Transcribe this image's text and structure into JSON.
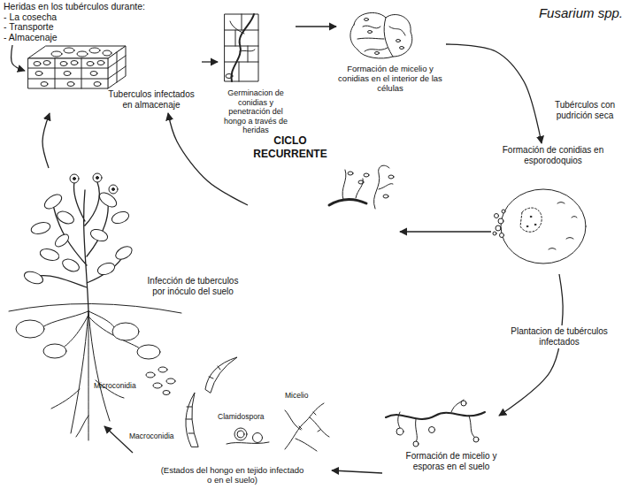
{
  "diagram": {
    "title": "Fusarium spp.",
    "nodes": [
      {
        "text": [
          "Heridas en los tubérculos durante:",
          "- La cosecha",
          "- Transporte",
          "- Almacenaje"
        ]
      },
      {
        "text": [
          "Tuberculos infectados en almacenaje"
        ]
      },
      {
        "text": [
          "Germinacion de conidias y penetración del hongo a través de heridas"
        ]
      },
      {
        "text": [
          "Formación de micelio y conidias en el interior de las células"
        ]
      },
      {
        "text": [
          "Formación de conidias en esporodoquios"
        ]
      },
      {
        "text": [
          "CICLO RECURRENTE"
        ]
      },
      {
        "text": [
          "Formación de micelio y esporas en el suelo"
        ]
      },
      {
        "text": [
          "(Estados del hongo en tejido infectado o en el suelo)"
        ]
      },
      {
        "text": [
          "Infección de tuberculos por inóculo del suelo"
        ]
      }
    ],
    "edges": [
      {
        "from": 0,
        "to": 1,
        "arrow": "to"
      },
      {
        "from": 1,
        "to": 2,
        "arrow": "to"
      },
      {
        "from": 2,
        "to": 3,
        "arrow": "to"
      },
      {
        "from": 3,
        "to": 4,
        "label": "Tubérculos con pudrición seca",
        "arrow": "to"
      },
      {
        "from": 4,
        "to": 5,
        "arrow": "to"
      },
      {
        "from": 5,
        "to": 1,
        "arrow": "to"
      },
      {
        "from": 4,
        "to": 6,
        "label": "Plantacion de tubérculos infectados",
        "arrow": "to"
      },
      {
        "from": 6,
        "to": 7,
        "arrow": "to"
      },
      {
        "from": 7,
        "to": 8,
        "arrow": "to"
      },
      {
        "from": 8,
        "to": 1,
        "arrow": "to"
      }
    ],
    "labels": [
      "Microconidia",
      "Macroconidia",
      "Clamidospora",
      "Micelio"
    ]
  }
}
